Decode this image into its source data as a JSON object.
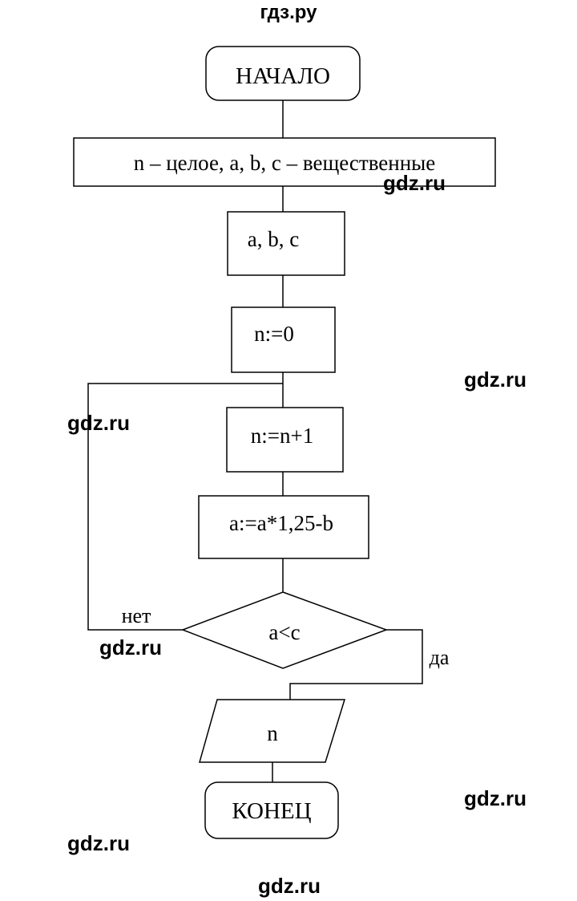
{
  "header": {
    "site": "гдз.ру"
  },
  "flowchart": {
    "start": "НАЧАЛО",
    "declare": "n – целое, a, b, c – вещественные",
    "input": "a, b, c",
    "init": "n:=0",
    "increment": "n:=n+1",
    "update": "a:=a*1,25-b",
    "condition": "a<c",
    "no_label": "нет",
    "yes_label": "да",
    "output": "n",
    "end": "КОНЕЦ"
  },
  "watermarks": {
    "w1": "gdz.ru",
    "w2": "gdz.ru",
    "w3": "gdz.ru",
    "w4": "gdz.ru",
    "w5": "gdz.ru",
    "w6": "gdz.ru",
    "w7": "gdz.ru"
  }
}
